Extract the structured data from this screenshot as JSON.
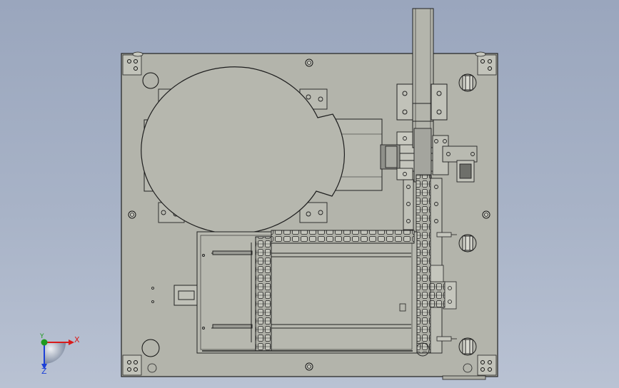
{
  "viewport": {
    "background_top": "#9aa6bd",
    "background_bottom": "#b9c2d3"
  },
  "model": {
    "plate_color": "#b3b4ab",
    "body_color": "#b6b7ae",
    "edge_color": "#202020"
  },
  "triad": {
    "x_label": "X",
    "y_label": "Y",
    "z_label": "Z",
    "x_color": "#d81b1b",
    "y_color": "#1f9a1f",
    "z_color": "#1b3fd8"
  }
}
